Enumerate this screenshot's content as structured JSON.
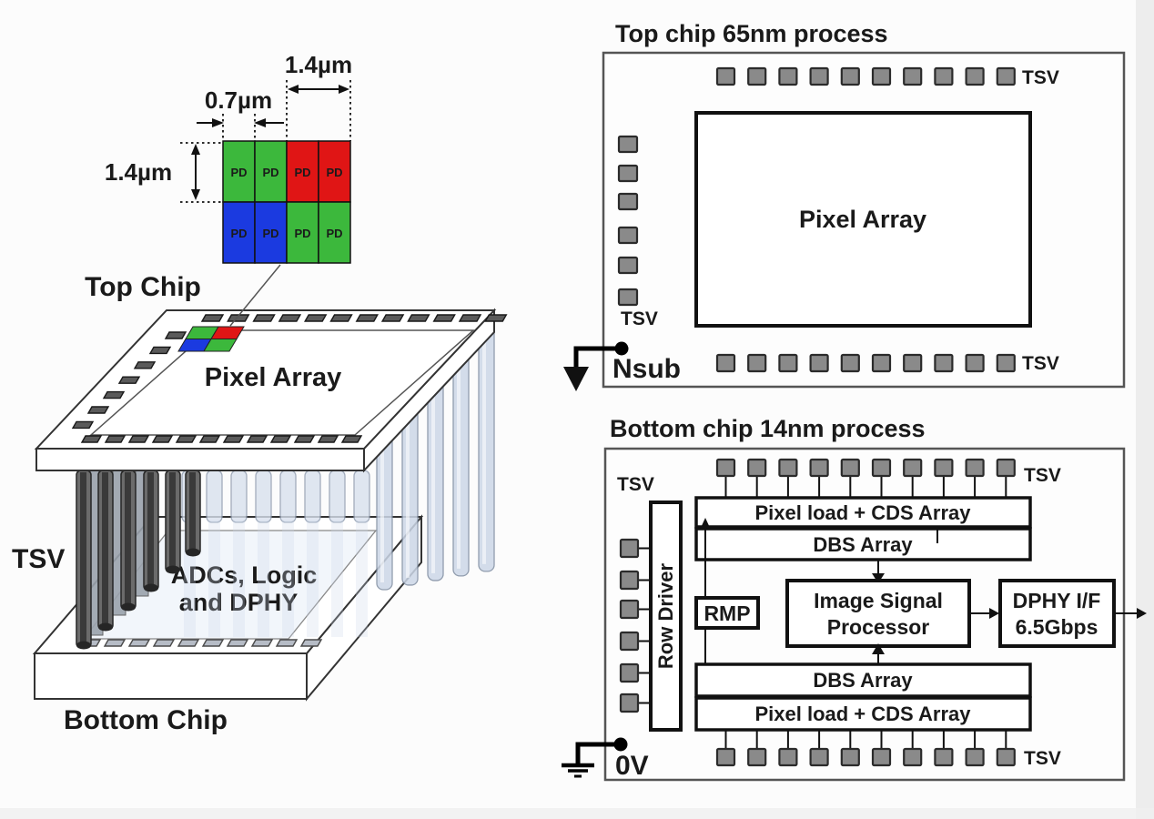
{
  "left": {
    "dim_width_full": "1.4µm",
    "dim_width_half": "0.7µm",
    "dim_height": "1.4µm",
    "pd": "PD",
    "top_chip": "Top Chip",
    "pixel_array": "Pixel Array",
    "tsv": "TSV",
    "adcs_line1": "ADCs, Logic",
    "adcs_line2": "and DPHY",
    "bottom_chip": "Bottom Chip"
  },
  "top_diagram": {
    "title": "Top chip 65nm process",
    "pixel_array": "Pixel Array",
    "tsv": "TSV",
    "nsub": "Nsub"
  },
  "bottom_diagram": {
    "title": "Bottom chip 14nm process",
    "tsv": "TSV",
    "row_driver": "Row Driver",
    "rmp": "RMP",
    "pixel_load_cds": "Pixel load + CDS Array",
    "dbs": "DBS Array",
    "isp_line1": "Image Signal",
    "isp_line2": "Processor",
    "dphy_line1": "DPHY I/F",
    "dphy_line2": "6.5Gbps",
    "zero_v": "0V"
  },
  "colors": {
    "green": "#3cb83c",
    "red": "#e01515",
    "blue": "#1b3ae0",
    "pd_text_green": "#0c6b0c",
    "pd_text_red": "#8b0b0b",
    "pd_text_blue": "#0a1670",
    "pad_gray": "#8a8a8a",
    "pad_border": "#2b2b2b",
    "chip_pad_dark": "#5a5a5a",
    "adcs_gray": "#8c8c8c"
  }
}
